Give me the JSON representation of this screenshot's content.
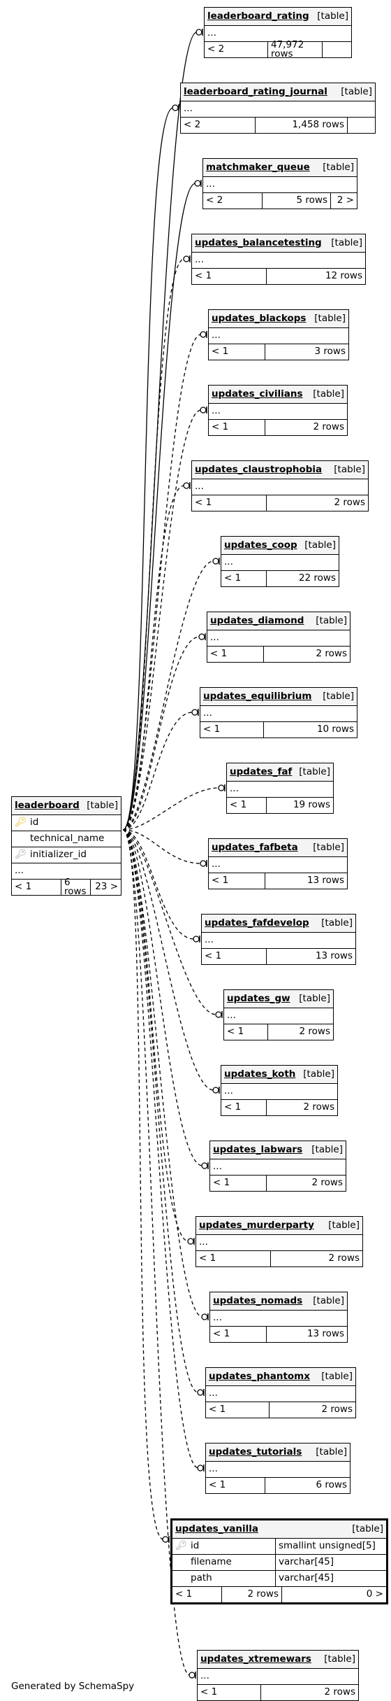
{
  "center_table": {
    "name": "leaderboard",
    "kind": "[table]",
    "columns": [
      {
        "name": "id",
        "key": "primary"
      },
      {
        "name": "technical_name",
        "key": ""
      },
      {
        "name": "initializer_id",
        "key": "foreign"
      }
    ],
    "ellipsis": "...",
    "footer": {
      "lt": "< 1",
      "rows": "6 rows",
      "ref": "23 >"
    }
  },
  "tables": [
    {
      "name": "leaderboard_rating",
      "kind": "[table]",
      "ellipsis": "...",
      "lt": "< 2",
      "rows": "47,972 rows",
      "ref": ""
    },
    {
      "name": "leaderboard_rating_journal",
      "kind": "[table]",
      "ellipsis": "...",
      "lt": "< 2",
      "rows": "1,458 rows",
      "ref": ""
    },
    {
      "name": "matchmaker_queue",
      "kind": "[table]",
      "ellipsis": "...",
      "lt": "< 2",
      "rows": "5 rows",
      "ref": "2 >"
    },
    {
      "name": "updates_balancetesting",
      "kind": "[table]",
      "ellipsis": "...",
      "lt": "< 1",
      "rows": "12 rows",
      "ref": ""
    },
    {
      "name": "updates_blackops",
      "kind": "[table]",
      "ellipsis": "...",
      "lt": "< 1",
      "rows": "3 rows",
      "ref": ""
    },
    {
      "name": "updates_civilians",
      "kind": "[table]",
      "ellipsis": "...",
      "lt": "< 1",
      "rows": "2 rows",
      "ref": ""
    },
    {
      "name": "updates_claustrophobia",
      "kind": "[table]",
      "ellipsis": "...",
      "lt": "< 1",
      "rows": "2 rows",
      "ref": ""
    },
    {
      "name": "updates_coop",
      "kind": "[table]",
      "ellipsis": "...",
      "lt": "< 1",
      "rows": "22 rows",
      "ref": ""
    },
    {
      "name": "updates_diamond",
      "kind": "[table]",
      "ellipsis": "...",
      "lt": "< 1",
      "rows": "2 rows",
      "ref": ""
    },
    {
      "name": "updates_equilibrium",
      "kind": "[table]",
      "ellipsis": "...",
      "lt": "< 1",
      "rows": "10 rows",
      "ref": ""
    },
    {
      "name": "updates_faf",
      "kind": "[table]",
      "ellipsis": "...",
      "lt": "< 1",
      "rows": "19 rows",
      "ref": ""
    },
    {
      "name": "updates_fafbeta",
      "kind": "[table]",
      "ellipsis": "...",
      "lt": "< 1",
      "rows": "13 rows",
      "ref": ""
    },
    {
      "name": "updates_fafdevelop",
      "kind": "[table]",
      "ellipsis": "...",
      "lt": "< 1",
      "rows": "13 rows",
      "ref": ""
    },
    {
      "name": "updates_gw",
      "kind": "[table]",
      "ellipsis": "...",
      "lt": "< 1",
      "rows": "2 rows",
      "ref": ""
    },
    {
      "name": "updates_koth",
      "kind": "[table]",
      "ellipsis": "...",
      "lt": "< 1",
      "rows": "2 rows",
      "ref": ""
    },
    {
      "name": "updates_labwars",
      "kind": "[table]",
      "ellipsis": "...",
      "lt": "< 1",
      "rows": "2 rows",
      "ref": ""
    },
    {
      "name": "updates_murderparty",
      "kind": "[table]",
      "ellipsis": "...",
      "lt": "< 1",
      "rows": "2 rows",
      "ref": ""
    },
    {
      "name": "updates_nomads",
      "kind": "[table]",
      "ellipsis": "...",
      "lt": "< 1",
      "rows": "13 rows",
      "ref": ""
    },
    {
      "name": "updates_phantomx",
      "kind": "[table]",
      "ellipsis": "...",
      "lt": "< 1",
      "rows": "2 rows",
      "ref": ""
    },
    {
      "name": "updates_tutorials",
      "kind": "[table]",
      "ellipsis": "...",
      "lt": "< 1",
      "rows": "6 rows",
      "ref": ""
    }
  ],
  "highlight_table": {
    "name": "updates_vanilla",
    "kind": "[table]",
    "columns": [
      {
        "name": "id",
        "type": "smallint unsigned[5]",
        "key": "foreign"
      },
      {
        "name": "filename",
        "type": "varchar[45]",
        "key": ""
      },
      {
        "name": "path",
        "type": "varchar[45]",
        "key": ""
      }
    ],
    "footer": {
      "lt": "< 1",
      "rows": "2 rows",
      "ref": "0 >"
    }
  },
  "last_table": {
    "name": "updates_xtremewars",
    "kind": "[table]",
    "ellipsis": "...",
    "lt": "< 1",
    "rows": "2 rows",
    "ref": ""
  },
  "footer_text": "Generated by SchemaSpy",
  "icons": {
    "primary_key": "key-icon",
    "foreign_key": "foreign-key-icon"
  },
  "colors": {
    "primary_key": "#e1b400",
    "foreign_key": "#9a9a9a",
    "line": "#000000"
  },
  "relationship_styles": {
    "solid_edges_first_n_tables": 3,
    "others": "dashed"
  }
}
